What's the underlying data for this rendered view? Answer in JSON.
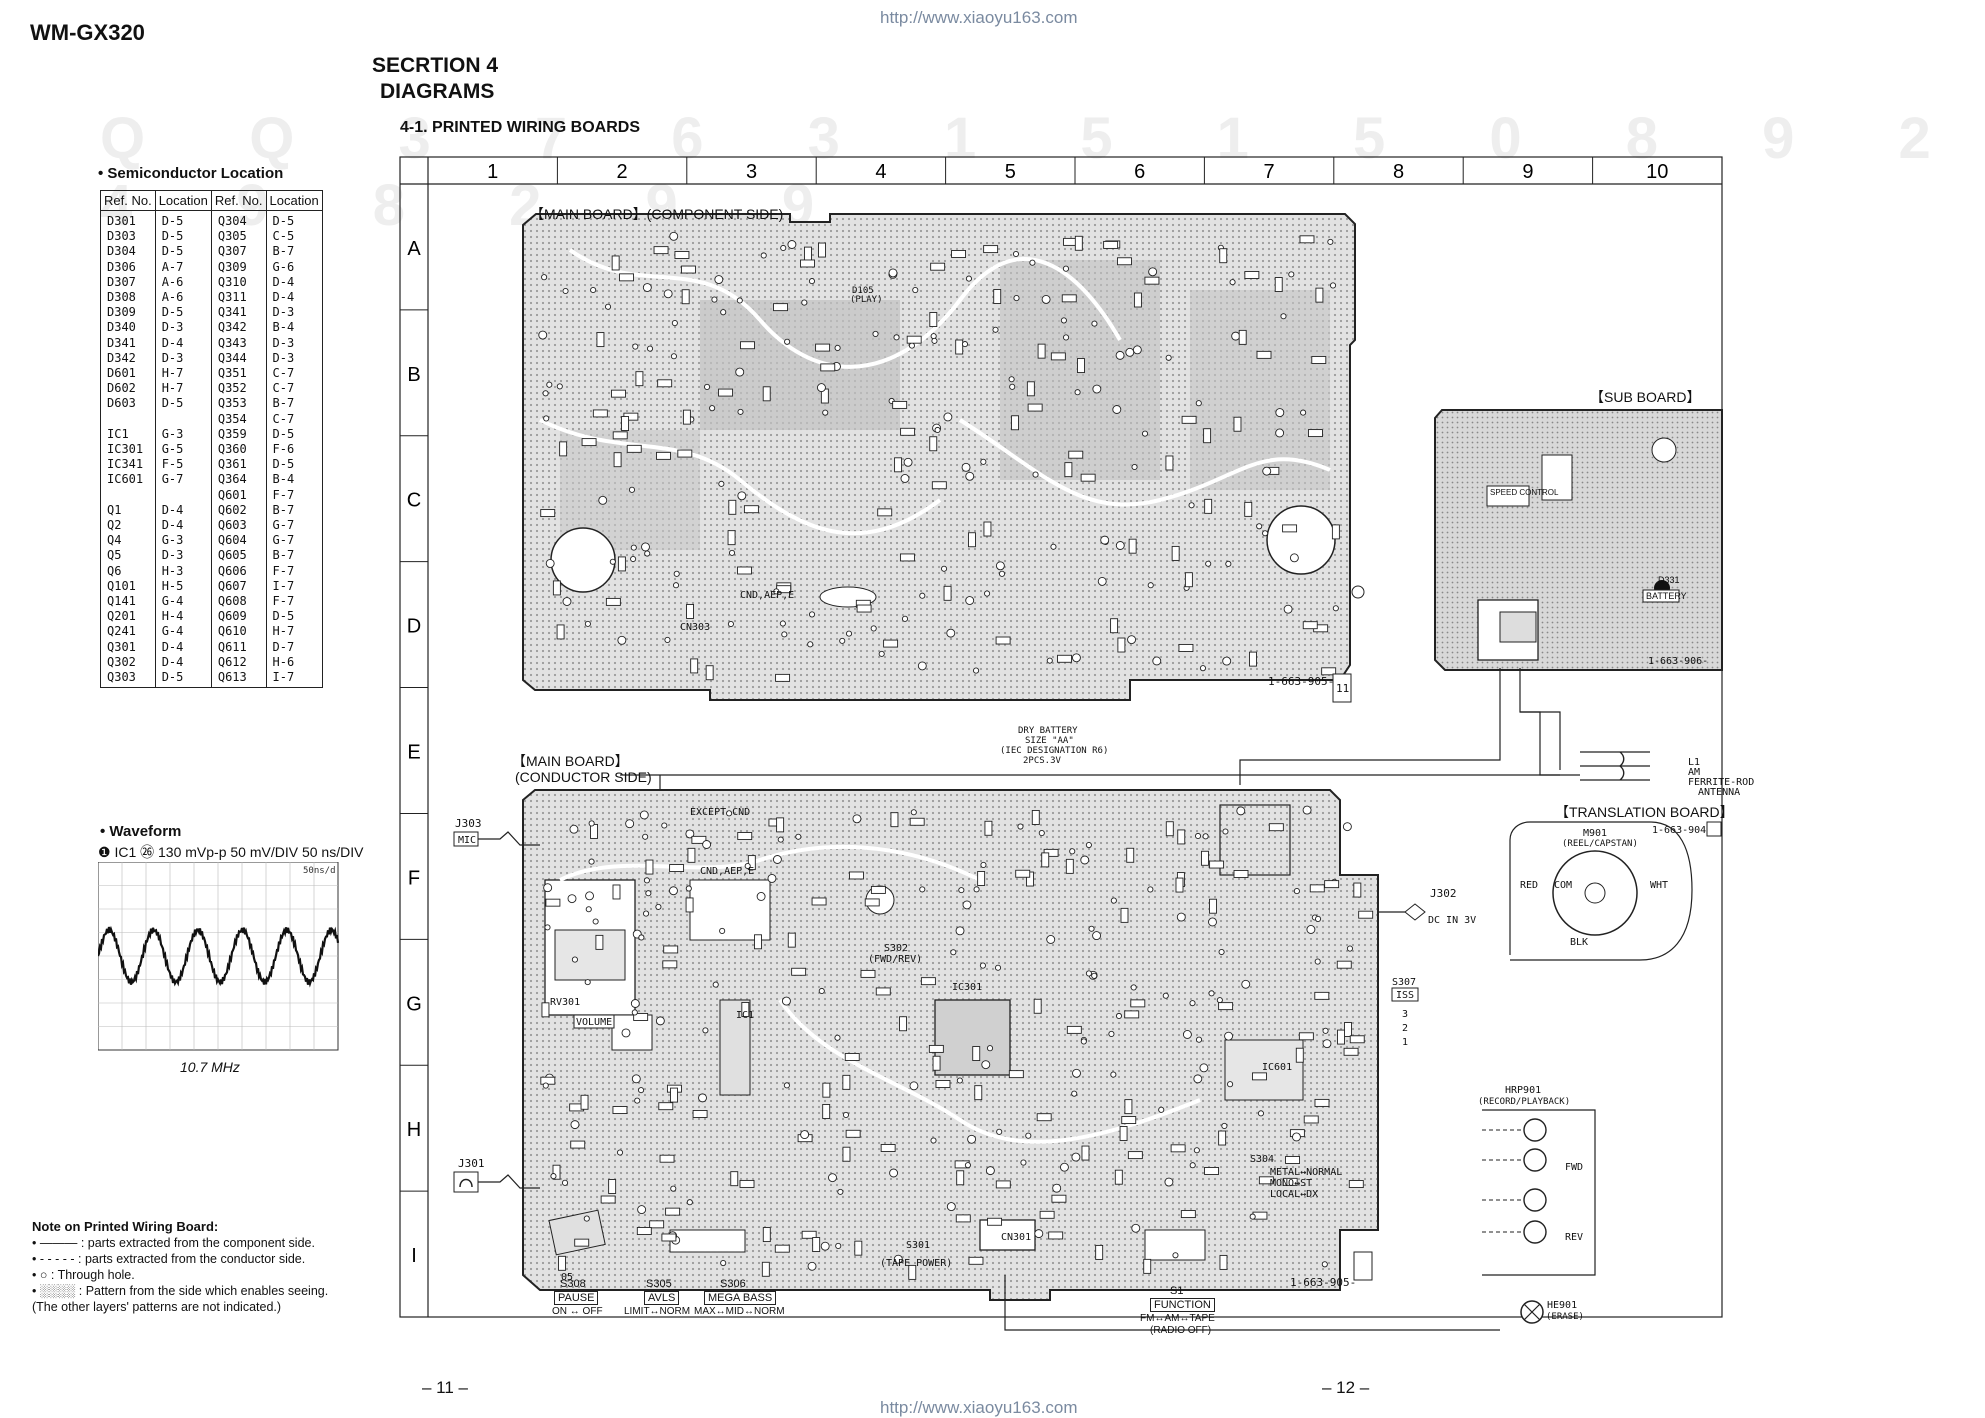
{
  "header": {
    "model": "WM-GX320",
    "url": "http://www.xiaoyu163.com",
    "section_line1": "SECRTION 4",
    "section_line2": "DIAGRAMS",
    "subsection": "4-1.   PRINTED WIRING BOARDS",
    "watermark": "Q Q 3 7 6 3 1 5 1 5 0   8 9 2 4 9 8 2 9 9"
  },
  "semiconductor": {
    "title": "• Semiconductor Location",
    "headers": [
      "Ref. No.",
      "Location",
      "Ref. No.",
      "Location"
    ],
    "rows": [
      [
        "D301",
        "D-5",
        "Q304",
        "D-5"
      ],
      [
        "D303",
        "D-5",
        "Q305",
        "C-5"
      ],
      [
        "D304",
        "D-5",
        "Q307",
        "B-7"
      ],
      [
        "D306",
        "A-7",
        "Q309",
        "G-6"
      ],
      [
        "D307",
        "A-6",
        "Q310",
        "D-4"
      ],
      [
        "D308",
        "A-6",
        "Q311",
        "D-4"
      ],
      [
        "D309",
        "D-5",
        "Q341",
        "D-3"
      ],
      [
        "D340",
        "D-3",
        "Q342",
        "B-4"
      ],
      [
        "D341",
        "D-4",
        "Q343",
        "D-3"
      ],
      [
        "D342",
        "D-3",
        "Q344",
        "D-3"
      ],
      [
        "D601",
        "H-7",
        "Q351",
        "C-7"
      ],
      [
        "D602",
        "H-7",
        "Q352",
        "C-7"
      ],
      [
        "D603",
        "D-5",
        "Q353",
        "B-7"
      ],
      [
        "",
        "",
        "Q354",
        "C-7"
      ],
      [
        "IC1",
        "G-3",
        "Q359",
        "D-5"
      ],
      [
        "IC301",
        "G-5",
        "Q360",
        "F-6"
      ],
      [
        "IC341",
        "F-5",
        "Q361",
        "D-5"
      ],
      [
        "IC601",
        "G-7",
        "Q364",
        "B-4"
      ],
      [
        "",
        "",
        "Q601",
        "F-7"
      ],
      [
        "Q1",
        "D-4",
        "Q602",
        "B-7"
      ],
      [
        "Q2",
        "D-4",
        "Q603",
        "G-7"
      ],
      [
        "Q4",
        "G-3",
        "Q604",
        "G-7"
      ],
      [
        "Q5",
        "D-3",
        "Q605",
        "B-7"
      ],
      [
        "Q6",
        "H-3",
        "Q606",
        "F-7"
      ],
      [
        "Q101",
        "H-5",
        "Q607",
        "I-7"
      ],
      [
        "Q141",
        "G-4",
        "Q608",
        "F-7"
      ],
      [
        "Q201",
        "H-4",
        "Q609",
        "D-5"
      ],
      [
        "Q241",
        "G-4",
        "Q610",
        "H-7"
      ],
      [
        "Q301",
        "D-4",
        "Q611",
        "D-7"
      ],
      [
        "Q302",
        "D-4",
        "Q612",
        "H-6"
      ],
      [
        "Q303",
        "D-5",
        "Q613",
        "I-7"
      ]
    ]
  },
  "waveform": {
    "title": "• Waveform",
    "desc": "❶ IC1 ㉖ 130 mVp-p   50 mV/DIV  50 ns/DIV",
    "freq": "10.7 MHz",
    "scope_corner": "50ns/d"
  },
  "notes": {
    "title": "Note on Printed Wiring Board:",
    "items": [
      "•    ——— : parts extracted from the component side.",
      "•    - - - - - : parts extracted from the conductor side.",
      "•       ○     : Through hole.",
      "•    ░░░░ : Pattern from the side which enables seeing.",
      "(The other layers' patterns are not indicated.)"
    ]
  },
  "grid": {
    "columns": [
      "1",
      "2",
      "3",
      "4",
      "5",
      "6",
      "7",
      "8",
      "9",
      "10"
    ],
    "rows": [
      "A",
      "B",
      "C",
      "D",
      "E",
      "F",
      "G",
      "H",
      "I"
    ]
  },
  "boards": {
    "main_component": "【MAIN BOARD】(COMPONENT SIDE)",
    "main_conductor_1": "【MAIN BOARD】",
    "main_conductor_2": "(CONDUCTOR SIDE)",
    "sub": "【SUB BOARD】",
    "translation": "【TRANSLATION BOARD】",
    "part_905_top": "1-663-905-",
    "part_905_bottom": "1-663-905-",
    "part_906": "1-663-906-",
    "part_904": "1-663-904-",
    "rev_mark": "11"
  },
  "labels": {
    "dry_battery": "DRY BATTERY",
    "size_aa": "SIZE \"AA\"",
    "iec": "(IEC DESIGNATION R6)",
    "pcs": "2PCS.3V",
    "l1": "L1",
    "am": "AM",
    "ferrite": "FERRITE-ROD",
    "antenna": "ANTENNA",
    "m901": "M901",
    "reel": "(REEL/CAPSTAN)",
    "red": "RED",
    "com": "COM",
    "wht": "WHT",
    "blk": "BLK",
    "j302": "J302",
    "dc_in": "DC IN  3V",
    "j303": "J303",
    "mic": "MIC",
    "j301": "J301",
    "s307": "S307",
    "iss": "ISS",
    "hrp901": "HRP901",
    "rec_pb": "(RECORD/PLAYBACK)",
    "fwd": "FWD",
    "rev": "REV",
    "he901": "HE901",
    "erase": "(ERASE)",
    "s308": "S308",
    "pause": "PAUSE",
    "on_off": "ON ↔ OFF",
    "s305": "S305",
    "avls": "AVLS",
    "limit_norm": "LIMIT↔NORM",
    "s306": "S306",
    "mega_bass": "MEGA BASS",
    "max_mid_norm": "MAX↔MID↔NORM",
    "s1": "S1",
    "function": "FUNCTION",
    "fm_am_tape": "FM↔AM↔TAPE",
    "radio_off": "(RADIO OFF)",
    "speed_control": "SPEED CONTROL",
    "battery": "BATTERY",
    "d331": "D331",
    "play": "(PLAY)",
    "d105": "D105",
    "volume": "VOLUME",
    "rv301": "RV301",
    "tape_power": "(TAPE POWER)",
    "s301": "S301",
    "s302": "S302",
    "fwd_rev": "(FWD/REV)",
    "s304": "S304",
    "metal_normal": "METAL↔NORMAL",
    "mono_st": "MONO↔ST",
    "local_dx": "LOCAL↔DX",
    "ic1": "IC1",
    "ic301": "IC301",
    "ic601": "IC601",
    "cn301": "CN301",
    "cn303": "CN303",
    "except_cnd": "EXCEPT CND",
    "cnd_aep_e": "CND,AEP,E",
    "page_left": "– 11 –",
    "page_right": "– 12 –"
  },
  "colors": {
    "ink": "#111111",
    "board_fill": "#d0d0d0",
    "url": "#7a8aa0"
  }
}
